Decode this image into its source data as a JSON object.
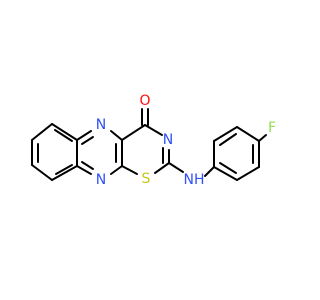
{
  "molecule": {
    "atoms": {
      "o1": {
        "label": "O",
        "color": "#ff0d0d"
      },
      "n_top": {
        "label": "N",
        "color": "#3050f8"
      },
      "n_ring_right": {
        "label": "N",
        "color": "#3050f8"
      },
      "n_bottom": {
        "label": "N",
        "color": "#3050f8"
      },
      "s1": {
        "label": "S",
        "color": "#c6c617"
      },
      "nh": {
        "label": "NH",
        "color": "#3050f8"
      },
      "f1": {
        "label": "F",
        "color": "#90e050"
      }
    }
  }
}
